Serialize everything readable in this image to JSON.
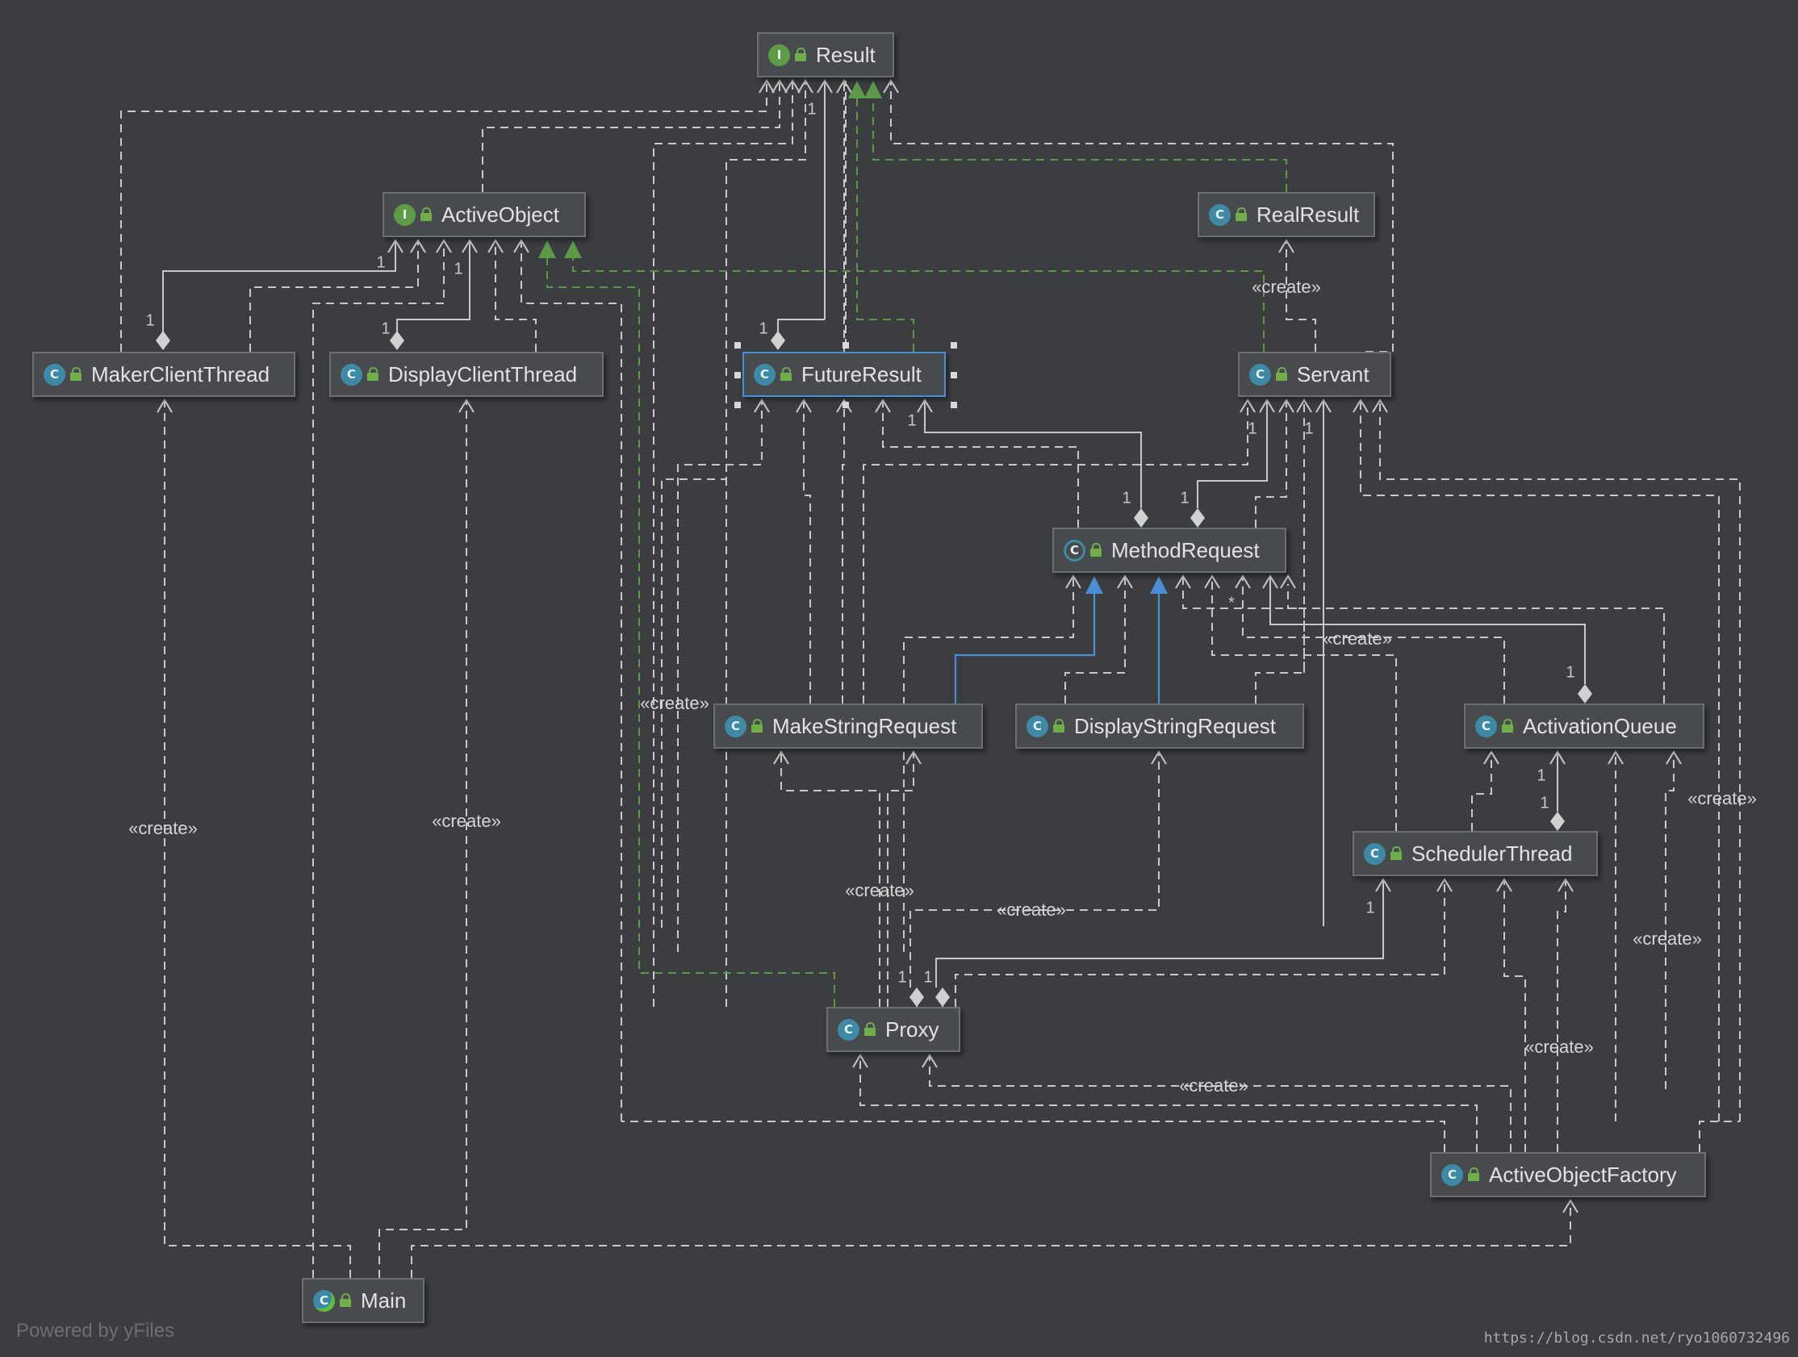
{
  "nodes": {
    "result": {
      "name": "Result",
      "kind": "interface"
    },
    "active_object": {
      "name": "ActiveObject",
      "kind": "interface"
    },
    "real_result": {
      "name": "RealResult",
      "kind": "class"
    },
    "maker_client_thread": {
      "name": "MakerClientThread",
      "kind": "class"
    },
    "display_client_thread": {
      "name": "DisplayClientThread",
      "kind": "class"
    },
    "future_result": {
      "name": "FutureResult",
      "kind": "class"
    },
    "servant": {
      "name": "Servant",
      "kind": "class"
    },
    "method_request": {
      "name": "MethodRequest",
      "kind": "abstract class"
    },
    "make_string_request": {
      "name": "MakeStringRequest",
      "kind": "class"
    },
    "display_string_request": {
      "name": "DisplayStringRequest",
      "kind": "class"
    },
    "activation_queue": {
      "name": "ActivationQueue",
      "kind": "class"
    },
    "scheduler_thread": {
      "name": "SchedulerThread",
      "kind": "class"
    },
    "proxy": {
      "name": "Proxy",
      "kind": "class"
    },
    "active_object_factory": {
      "name": "ActiveObjectFactory",
      "kind": "class"
    },
    "main": {
      "name": "Main",
      "kind": "class"
    }
  },
  "badges": {
    "class": "C",
    "interface": "I"
  },
  "create_labels": {
    "servant_realresult": "«create»",
    "main_maker": "«create»",
    "main_display": "«create»",
    "proxy_make": "«create»",
    "proxy_display": "«create»",
    "make_future": "«create»",
    "queue_method": "«create»",
    "factory_queue": "«create»",
    "factory_scheduler": "«create»",
    "factory_servant": "«create»",
    "factory_proxy": "«create»"
  },
  "multiplicities": {
    "future_result": "1",
    "maker_active": "1",
    "maker_diamond": "1",
    "display_active": "1",
    "display_diamond": "1",
    "future_diamond": "1",
    "future_method": "1",
    "method_diamond": "1",
    "servant_method_a": "1",
    "servant_method_b": "1",
    "servant_diamond": "1",
    "method_queue_star": "*",
    "queue_diamond": "1",
    "queue_scheduler_a": "1",
    "queue_scheduler_b": "1",
    "scheduler_proxy": "1",
    "proxy_diamond_a": "1",
    "proxy_diamond_b": "1"
  },
  "footer": {
    "powered_by": "Powered by yFiles"
  },
  "watermark": {
    "url": "https://blog.csdn.net/ryo1060732496"
  },
  "colors": {
    "background": "#3b3d40",
    "dependency": "#c8c8c8",
    "realization": "#5b9a45",
    "inheritance": "#4a8fd6",
    "selection": "#4a8fd6"
  }
}
